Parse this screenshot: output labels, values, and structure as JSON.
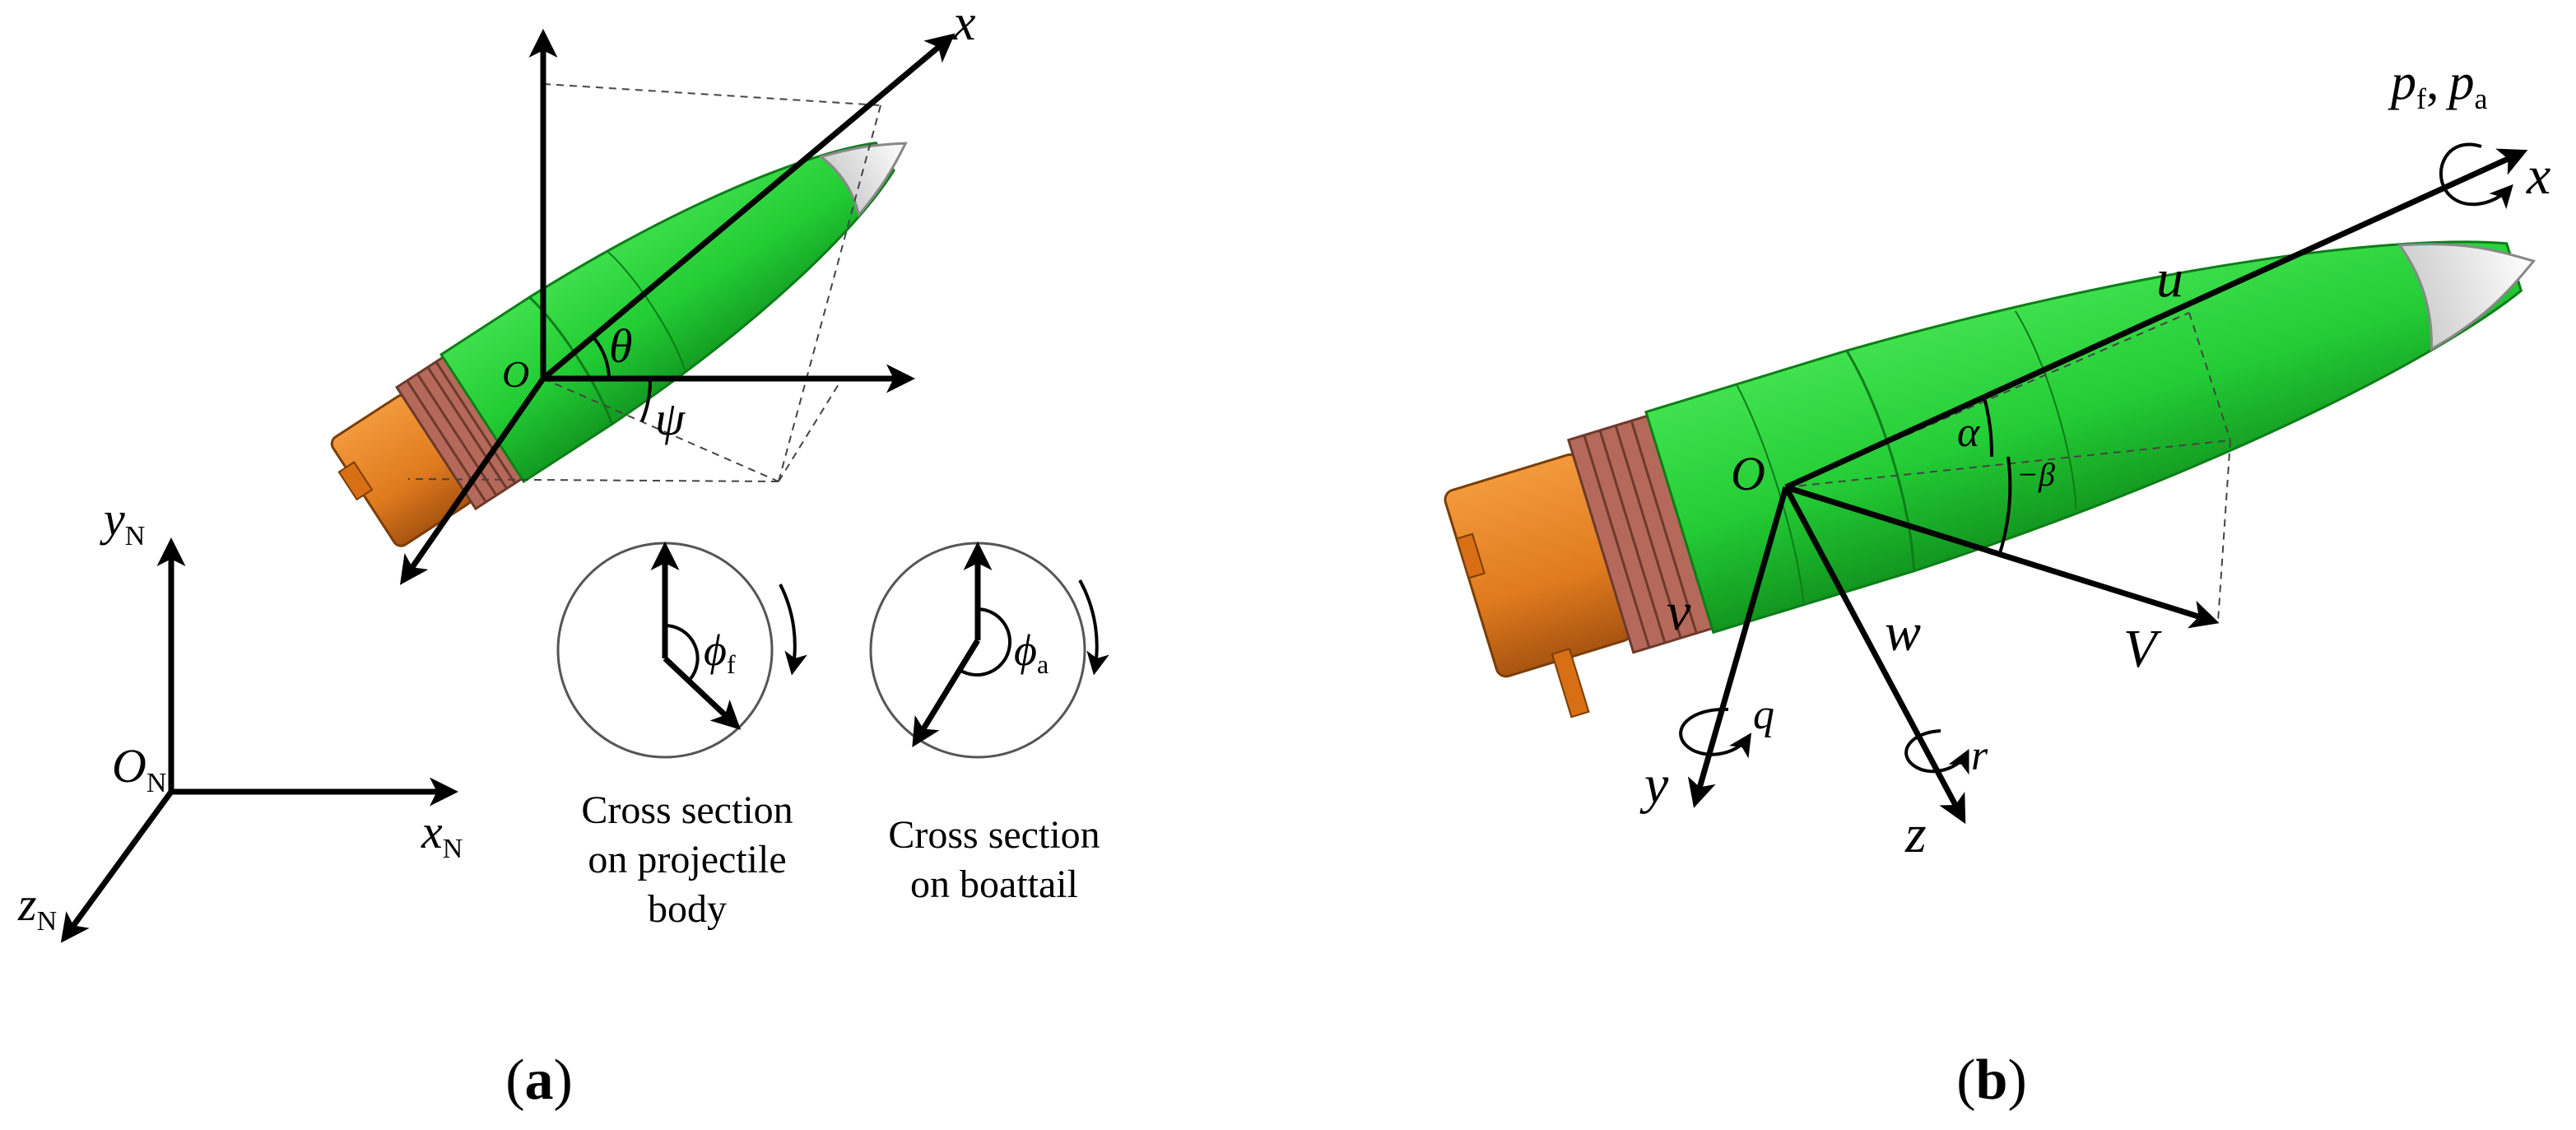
{
  "panel_a": {
    "caption_open": "(",
    "caption_letter": "a",
    "caption_close": ")",
    "body_axes": {
      "x": "x",
      "origin": "O",
      "theta": "θ",
      "psi": "ψ"
    },
    "inertial_axes": {
      "y": "y",
      "y_sub": "N",
      "x": "x",
      "x_sub": "N",
      "z": "z",
      "z_sub": "N",
      "origin": "O",
      "origin_sub": "N"
    },
    "cross_section_body": {
      "phi": "ϕ",
      "phi_sub": "f",
      "label_line1": "Cross section",
      "label_line2": "on projectile",
      "label_line3": "body"
    },
    "cross_section_boattail": {
      "phi": "ϕ",
      "phi_sub": "a",
      "label_line1": "Cross section",
      "label_line2": "on boattail"
    }
  },
  "panel_b": {
    "caption_open": "(",
    "caption_letter": "b",
    "caption_close": ")",
    "labels": {
      "x": "x",
      "y": "y",
      "z": "z",
      "origin": "O",
      "u": "u",
      "v": "v",
      "w": "w",
      "V": "V",
      "alpha": "α",
      "minus_beta": "−β",
      "q": "q",
      "r": "r",
      "p": "p",
      "p_f_sub": "f",
      "comma": ",",
      "p_a_sub": "a"
    }
  },
  "colors": {
    "body_green": "#22cc33",
    "body_green_dark": "#149a22",
    "tail_orange": "#e07b1f",
    "band_copper": "#b5695a",
    "nose_white": "#e8e8e8"
  }
}
